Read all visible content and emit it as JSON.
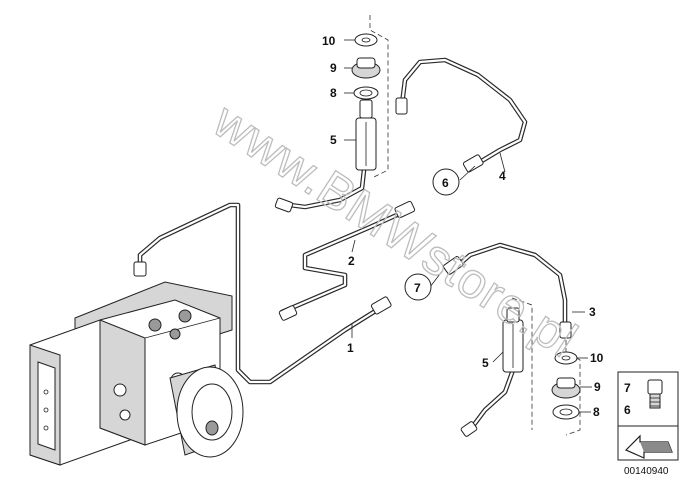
{
  "watermark": "www.BMWstore.pl",
  "callouts": {
    "washer_top": "10",
    "grommet_top": "9",
    "ring_top": "8",
    "hose_top": "5",
    "pipe_4": "4",
    "circle_6": "6",
    "pipe_2": "2",
    "circle_7": "7",
    "pipe_3": "3",
    "pipe_1": "1",
    "hose_bottom": "5",
    "washer_bottom": "10",
    "grommet_bottom": "9",
    "ring_bottom": "8"
  },
  "legend": {
    "item_a": "7",
    "item_b": "6"
  },
  "doc_number": "00140940"
}
